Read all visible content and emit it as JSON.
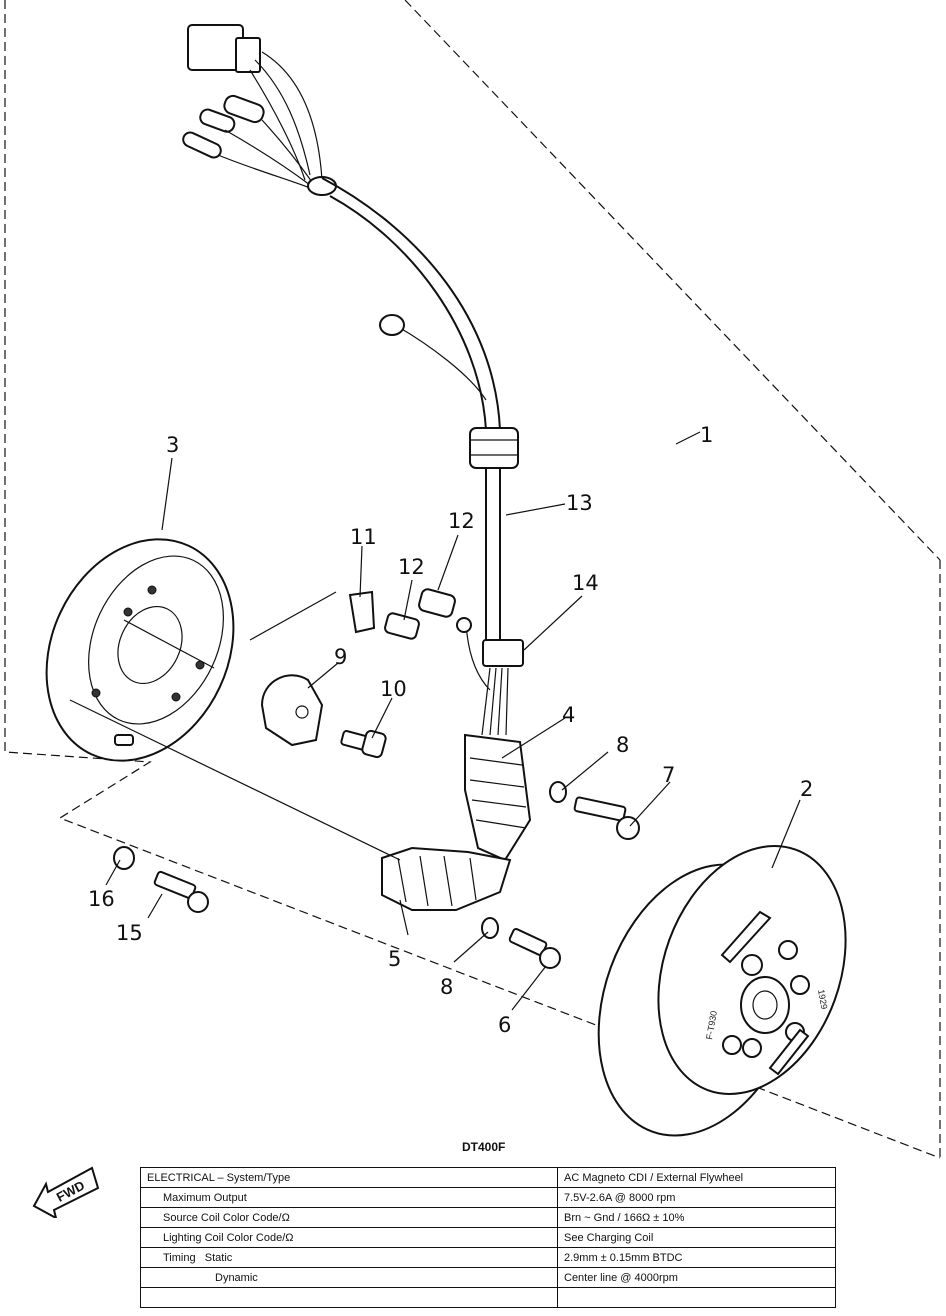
{
  "diagram": {
    "callouts": {
      "c1": "1",
      "c2": "2",
      "c3": "3",
      "c4": "4",
      "c5": "5",
      "c6": "6",
      "c7": "7",
      "c8a": "8",
      "c8b": "8",
      "c9": "9",
      "c10": "10",
      "c11": "11",
      "c12a": "12",
      "c12b": "12",
      "c13": "13",
      "c14": "14",
      "c15": "15",
      "c16": "16"
    },
    "flywheel_marks": {
      "mark_a": "F-T930",
      "mark_b": "1929"
    },
    "model_code": "DT400F"
  },
  "fwd_badge": "FWD",
  "spec_table": {
    "rows": [
      {
        "label": "ELECTRICAL – System/Type",
        "value": "AC Magneto CDI / External Flywheel"
      },
      {
        "label": "Maximum Output",
        "value": "7.5V-2.6A @ 8000 rpm"
      },
      {
        "label": "Source Coil Color Code/Ω",
        "value": "Brn ~ Gnd / 166Ω ± 10%"
      },
      {
        "label": "Lighting Coil Color Code/Ω",
        "value": "See Charging Coil"
      },
      {
        "label": "Timing   Static",
        "value": "2.9mm ± 0.15mm BTDC"
      },
      {
        "label": "Dynamic",
        "value": "Center line @ 4000rpm"
      },
      {
        "label": "",
        "value": ""
      }
    ]
  }
}
